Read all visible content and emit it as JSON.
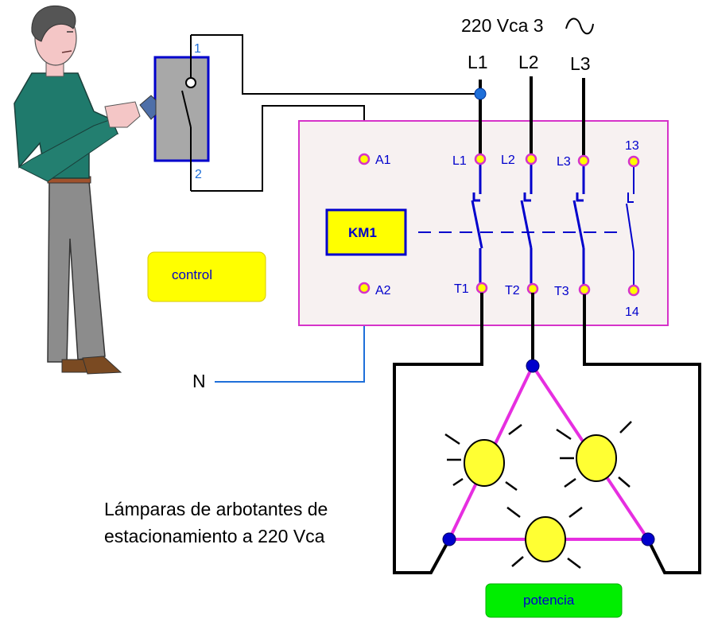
{
  "supply": {
    "voltage_label": "220 Vca 3",
    "phases": [
      "L1",
      "L2",
      "L3"
    ],
    "neutral": "N"
  },
  "switch": {
    "terminal_top": "1",
    "terminal_bottom": "2"
  },
  "contactor": {
    "name": "KM1",
    "coil_terminals": [
      "A1",
      "A2"
    ],
    "main_inputs": [
      "L1",
      "L2",
      "L3"
    ],
    "main_outputs": [
      "T1",
      "T2",
      "T3"
    ],
    "aux_contacts": [
      "13",
      "14"
    ]
  },
  "buttons": {
    "control": "control",
    "power": "potencia"
  },
  "caption": {
    "line1": "Lámparas de arbotantes de",
    "line2": "estacionamiento a 220 Vca"
  },
  "colors": {
    "panel_border": "#d633c9",
    "panel_fill": "#f7f1f1",
    "coil_fill": "#ffff00",
    "coil_border": "#0000cc",
    "control_button": "#ffff00",
    "power_button": "#00ee00",
    "lamp": "#ffff33",
    "delta_wire": "#e62ee0",
    "node": "#0000cc",
    "neutral_wire": "#1e6fd9"
  }
}
